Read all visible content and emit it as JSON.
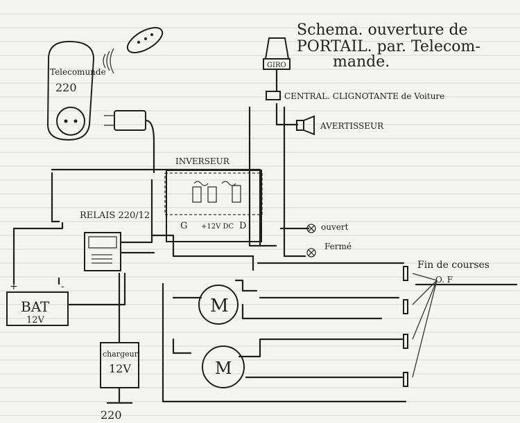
{
  "title": {
    "line1": "Schema. ouverture de",
    "line2": "PORTAIL. par. Telecom-",
    "line3": "mande."
  },
  "remote": {
    "label": "Telecomunde",
    "voltage": "220"
  },
  "giro": {
    "label": "GIRO"
  },
  "central": {
    "label": "CENTRAL. CLIGNOTANTE de Voiture"
  },
  "horn": {
    "label": "AVERTISSEUR"
  },
  "inverter": {
    "title": "INVERSEUR",
    "left": "G",
    "mid": "+12V DC",
    "right": "D"
  },
  "relay": {
    "label": "RELAIS 220/12"
  },
  "lamps": {
    "open": "ouvert",
    "closed": "Fermé"
  },
  "battery": {
    "plus": "+",
    "minus": "-",
    "label": "BAT",
    "voltage": "12V"
  },
  "charger": {
    "label": "chargeur",
    "voltage": "12V",
    "mains": "220"
  },
  "motors": {
    "m1": "M",
    "m2": "M"
  },
  "limits": {
    "label": "Fin de courses",
    "sub": "O. F"
  }
}
